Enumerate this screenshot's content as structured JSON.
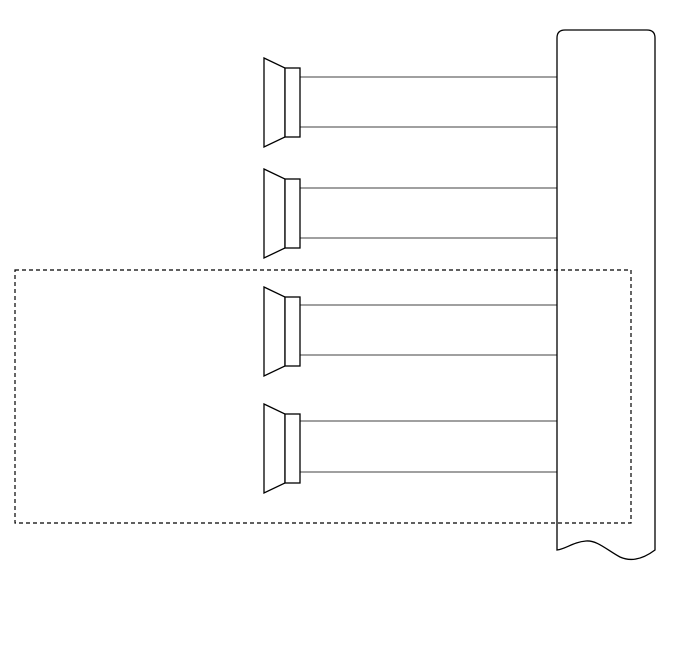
{
  "diagram": {
    "speakers": [
      {
        "id": "speaker-1",
        "in_group": false
      },
      {
        "id": "speaker-2",
        "in_group": false
      },
      {
        "id": "speaker-3",
        "in_group": true
      },
      {
        "id": "speaker-4",
        "in_group": true
      }
    ],
    "wires_per_speaker": 2,
    "group_style": "dashed",
    "colors": {
      "stroke": "#000000",
      "background": "#ffffff"
    }
  }
}
